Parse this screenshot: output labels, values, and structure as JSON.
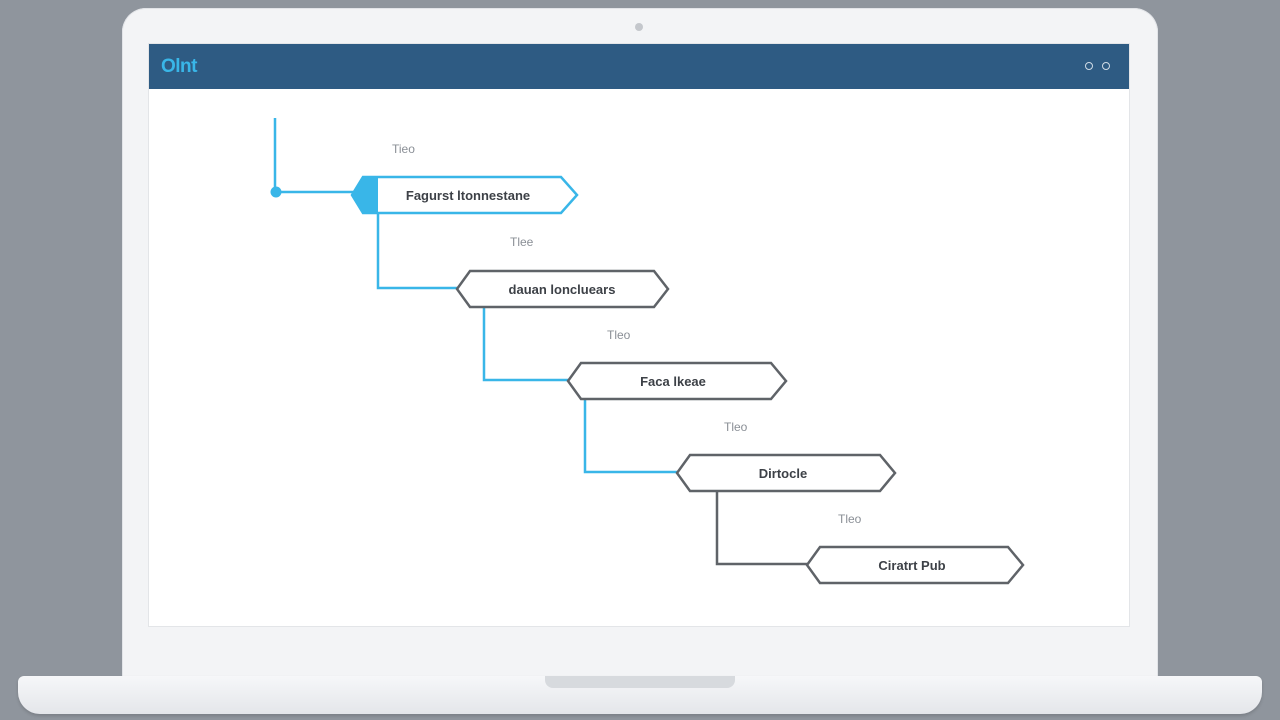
{
  "header": {
    "logo_text": "Olnt",
    "accent_color": "#2e5b83"
  },
  "window_controls": [
    {
      "icon": "circle-outline-icon"
    },
    {
      "icon": "circle-outline-icon"
    }
  ],
  "flow": {
    "highlight_color": "#39b6e8",
    "neutral_color": "#5f6368",
    "nodes": [
      {
        "label": "Fagurst ltonnestane",
        "active": true
      },
      {
        "label": "dauan loncluears",
        "active": false
      },
      {
        "label": "Faca lkeae",
        "active": false
      },
      {
        "label": "Dirtocle",
        "active": false
      },
      {
        "label": "Ciratrt Pub",
        "active": false
      }
    ],
    "edge_labels": [
      "Tieo",
      "Tlee",
      "Tleo",
      "Tleo",
      "Tleo"
    ]
  }
}
